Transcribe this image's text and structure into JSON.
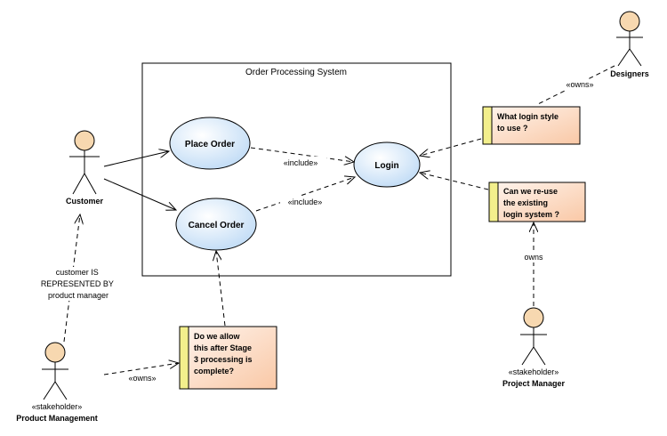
{
  "diagram": {
    "system_title": "Order Processing System",
    "use_cases": {
      "place_order": "Place Order",
      "cancel_order": "Cancel Order",
      "login": "Login"
    },
    "actors": {
      "customer": {
        "name": "Customer",
        "stereotype": ""
      },
      "product_management": {
        "name": "Product Management",
        "stereotype": "«stakeholder»"
      },
      "project_manager": {
        "name": "Project Manager",
        "stereotype": "«stakeholder»"
      },
      "designers": {
        "name": "Designers",
        "stereotype": ""
      }
    },
    "notes": {
      "login_style": [
        "What login style",
        "to use ?"
      ],
      "reuse_login": [
        "Can we re-use",
        "the existing",
        "login system ?"
      ],
      "stage3": [
        "Do we allow",
        "this after Stage",
        "3 processing is",
        "complete?"
      ]
    },
    "connector_labels": {
      "include_place": "«include»",
      "include_cancel": "«include»",
      "owns_designers": "«owns»",
      "owns_project_manager": "owns",
      "owns_product_mgmt": "«owns»",
      "represented_by": [
        "customer IS",
        "REPRESENTED BY",
        "product manager"
      ]
    },
    "colors": {
      "usecase_fill_light": "#ffffff",
      "usecase_fill_dark": "#bcd9f5",
      "actor_head": "#f7d8b0",
      "note_fill_light": "#fff3ea",
      "note_fill_dark": "#f9c7a4",
      "note_bar": "#f3ef8c",
      "line": "#000000"
    }
  }
}
